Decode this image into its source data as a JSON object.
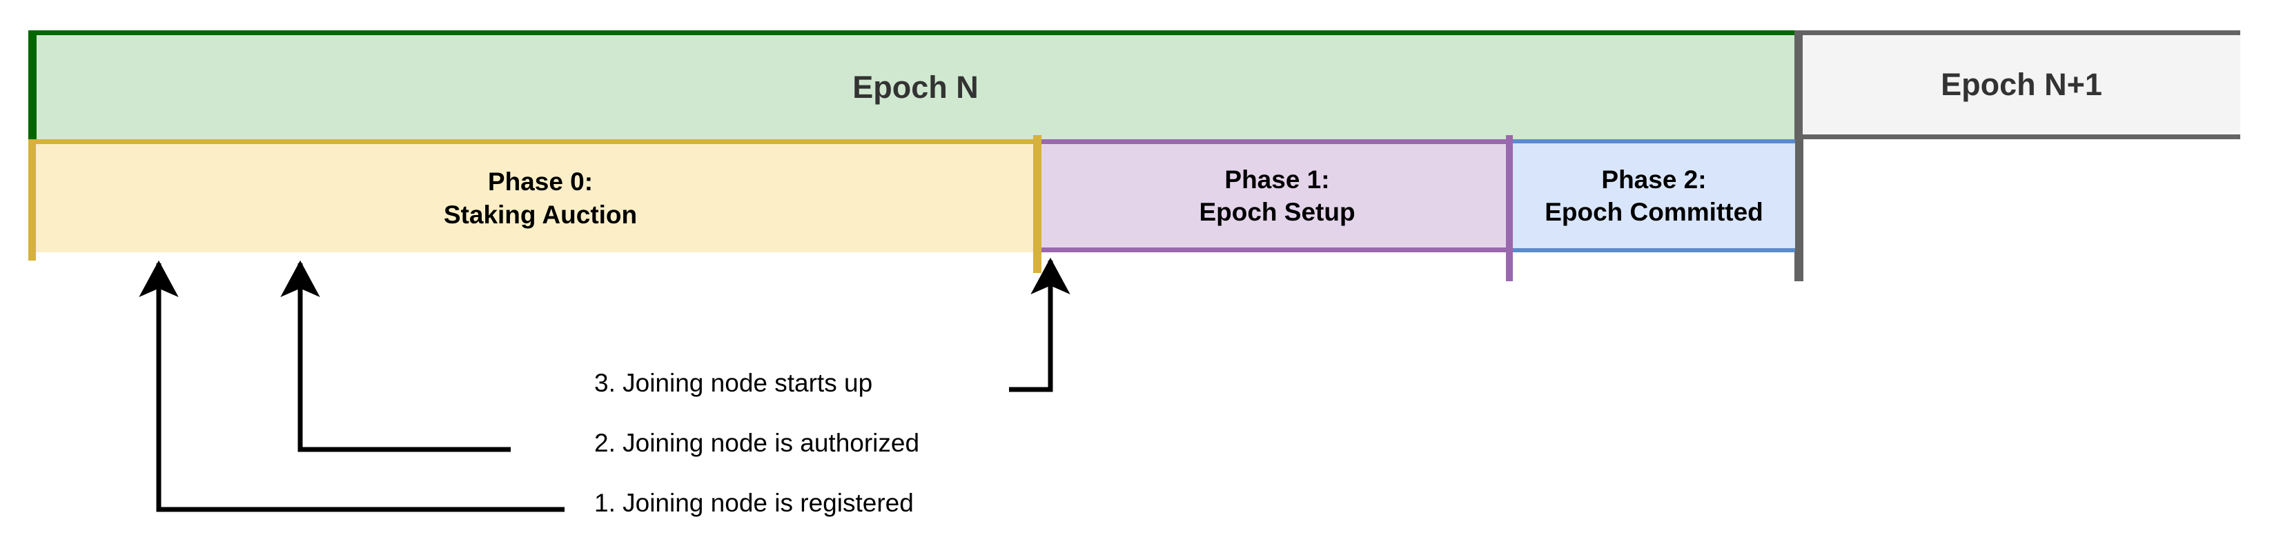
{
  "diagram": {
    "title": "Epoch phase timeline with joining-node events",
    "epochs": [
      {
        "id": "epoch-n",
        "label": "Epoch N",
        "fill": "#d0e8d0",
        "border": "#006600"
      },
      {
        "id": "epoch-n1",
        "label": "Epoch N+1",
        "fill": "#f4f4f4",
        "border": "#636363"
      }
    ],
    "phases": [
      {
        "id": "phase-0",
        "line1": "Phase 0:",
        "line2": "Staking Auction",
        "fill": "#fcefc7",
        "border": "#d6b13c"
      },
      {
        "id": "phase-1",
        "line1": "Phase 1:",
        "line2": "Epoch Setup",
        "fill": "#e4d4ea",
        "border": "#9a68ae"
      },
      {
        "id": "phase-2",
        "line1": "Phase 2:",
        "line2": "Epoch Committed",
        "fill": "#d9e5fa",
        "border": "#5b8bc9"
      }
    ],
    "annotations": [
      {
        "id": "annotation-1",
        "label": "1. Joining node is registered"
      },
      {
        "id": "annotation-2",
        "label": "2. Joining node is authorized"
      },
      {
        "id": "annotation-3",
        "label": "3. Joining node starts up"
      }
    ],
    "colors": {
      "epoch_divider": "#636363",
      "arrow": "#000000",
      "text_dark": "#333333",
      "text_black": "#000000",
      "background": "#ffffff"
    }
  }
}
